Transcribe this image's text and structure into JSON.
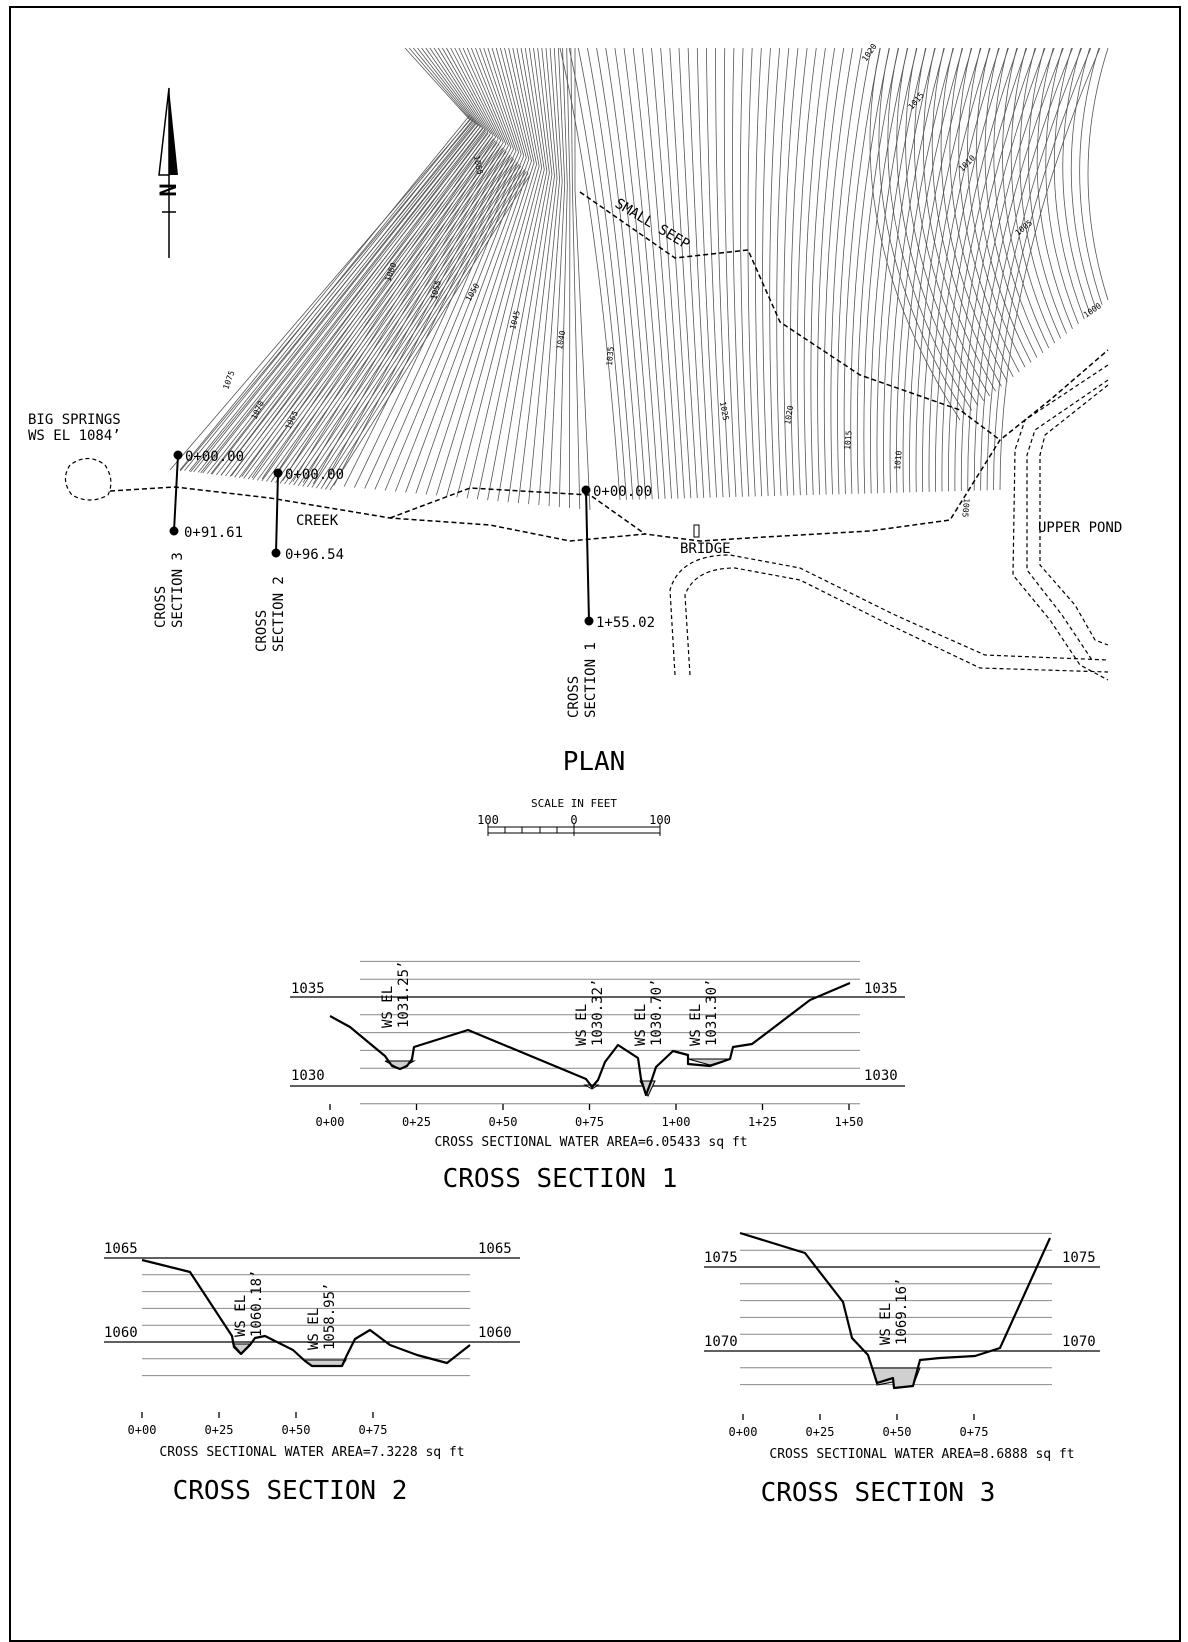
{
  "plan": {
    "title": "PLAN",
    "north_symbol": "N",
    "scale_caption": "SCALE IN FEET",
    "scale_ticks": [
      "100",
      "0",
      "100"
    ],
    "labels": {
      "big_springs": "BIG SPRINGS",
      "big_springs_el": "WS EL 1084’",
      "creek": "CREEK",
      "bridge": "BRIDGE",
      "upper_pond": "UPPER POND",
      "small_seep": "SMALL SEEP"
    },
    "contour_labels": [
      "1020",
      "1015",
      "1010",
      "1005",
      "1000",
      "1065",
      "1060",
      "1055",
      "1050",
      "1045",
      "1040",
      "1035",
      "1075",
      "1070",
      "1065",
      "1025",
      "1020",
      "1015",
      "1010",
      "1005"
    ],
    "sections": [
      {
        "name_line1": "CROSS",
        "name_line2": "SECTION 3",
        "start": "0+00.00",
        "end": "0+91.61"
      },
      {
        "name_line1": "CROSS",
        "name_line2": "SECTION 2",
        "start": "0+00.00",
        "end": "0+96.54"
      },
      {
        "name_line1": "CROSS",
        "name_line2": "SECTION 1",
        "start": "0+00.00",
        "end": "1+55.02"
      }
    ]
  },
  "cross_sections": [
    {
      "title": "CROSS SECTION 1",
      "area_caption": "CROSS SECTIONAL WATER AREA=6.05433 sq ft",
      "elev_labels": [
        "1035",
        "1030"
      ],
      "station_labels": [
        "0+00",
        "0+25",
        "0+50",
        "0+75",
        "1+00",
        "1+25",
        "1+50"
      ],
      "ws_labels": [
        {
          "line1": "WS EL",
          "line2": "1031.25’"
        },
        {
          "line1": "WS EL",
          "line2": "1030.32’"
        },
        {
          "line1": "WS EL",
          "line2": "1030.70’"
        },
        {
          "line1": "WS EL",
          "line2": "1031.30’"
        }
      ]
    },
    {
      "title": "CROSS SECTION 2",
      "area_caption": "CROSS SECTIONAL WATER AREA=7.3228 sq ft",
      "elev_labels": [
        "1065",
        "1060"
      ],
      "station_labels": [
        "0+00",
        "0+25",
        "0+50",
        "0+75"
      ],
      "ws_labels": [
        {
          "line1": "WS EL",
          "line2": "1060.18’"
        },
        {
          "line1": "WS EL",
          "line2": "1058.95’"
        }
      ]
    },
    {
      "title": "CROSS SECTION 3",
      "area_caption": "CROSS SECTIONAL WATER AREA=8.6888 sq ft",
      "elev_labels": [
        "1075",
        "1070"
      ],
      "station_labels": [
        "0+00",
        "0+25",
        "0+50",
        "0+75"
      ],
      "ws_labels": [
        {
          "line1": "WS EL",
          "line2": "1069.16’"
        }
      ]
    }
  ]
}
